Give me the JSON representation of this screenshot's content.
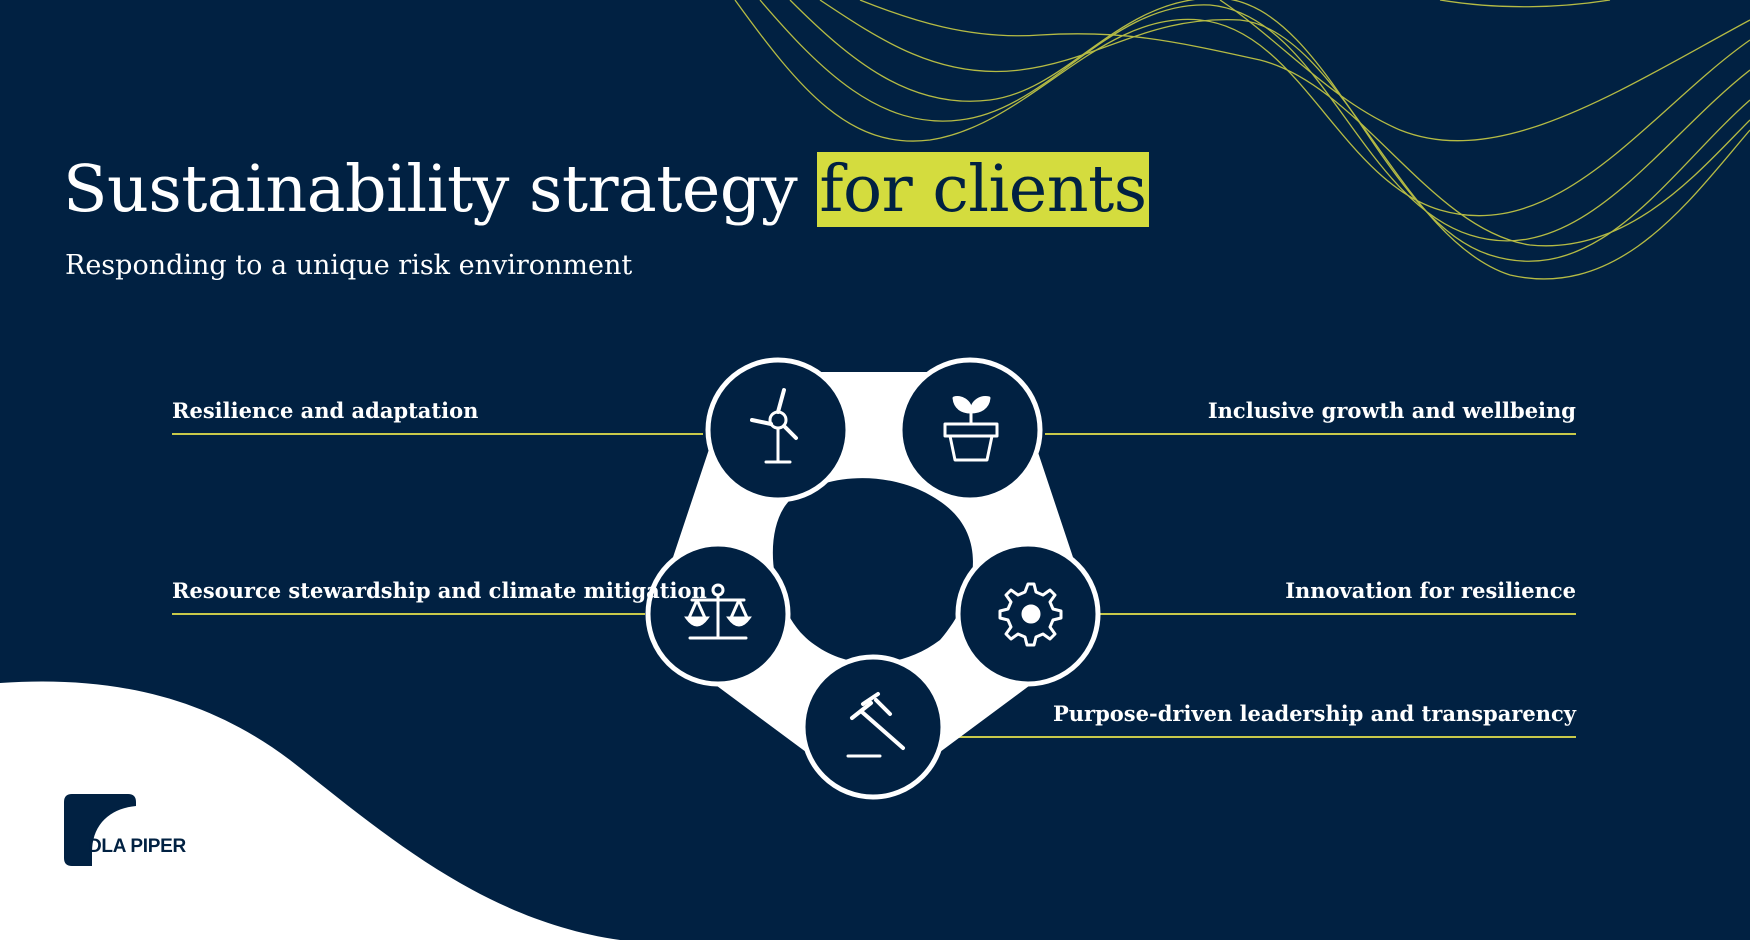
{
  "header": {
    "title_main": "Sustainability strategy ",
    "title_highlight": "for clients",
    "subtitle": "Responding to a unique risk environment"
  },
  "pillars": [
    {
      "label": "Resilience and adaptation",
      "icon": "wind-turbine-icon"
    },
    {
      "label": "Inclusive growth and wellbeing",
      "icon": "plant-pot-icon"
    },
    {
      "label": "Resource stewardship and climate mitigation",
      "icon": "scales-icon"
    },
    {
      "label": "Innovation for resilience",
      "icon": "gear-icon"
    },
    {
      "label": "Purpose-driven leadership and transparency",
      "icon": "gavel-icon"
    }
  ],
  "logo": {
    "text": "DLA PIPER"
  },
  "colors": {
    "navy": "#012142",
    "accent": "#d4dc3e",
    "white": "#ffffff",
    "line": "#c8c94a"
  }
}
